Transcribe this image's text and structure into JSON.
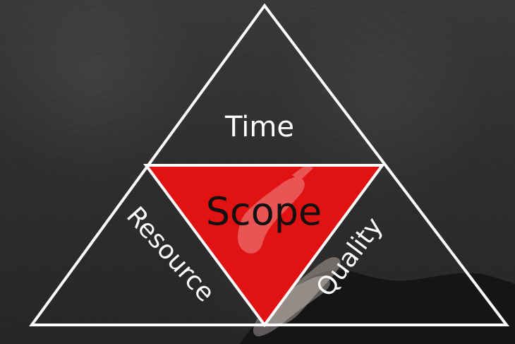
{
  "diagram": {
    "center_label": "Scope",
    "top_label": "Time",
    "left_label": "Resource",
    "right_label": "Quality"
  },
  "colors": {
    "background": "#2f2f2f",
    "outline": "#ffffff",
    "center_fill": "#e11212",
    "center_text": "#111111",
    "outer_text": "#ffffff"
  }
}
